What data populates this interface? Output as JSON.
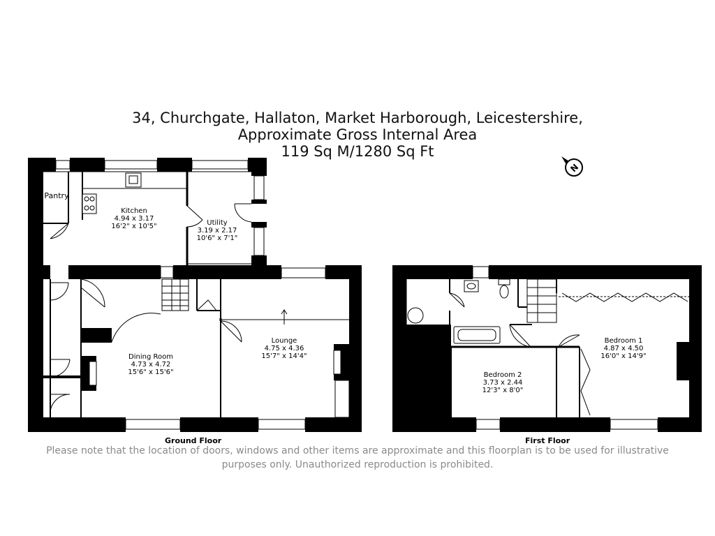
{
  "header": {
    "line1": "34, Churchgate, Hallaton, Market Harborough, Leicestershire,",
    "line2": "Approximate Gross Internal Area",
    "line3": "119 Sq M/1280 Sq Ft"
  },
  "compass": {
    "letter": "N"
  },
  "ground_floor": {
    "label": "Ground Floor",
    "rooms": [
      {
        "name": "Pantry",
        "metric": "",
        "imperial": ""
      },
      {
        "name": "Kitchen",
        "metric": "4.94 x 3.17",
        "imperial": "16'2\" x 10'5\""
      },
      {
        "name": "Utility",
        "metric": "3.19 x 2.17",
        "imperial": "10'6\" x 7'1\""
      },
      {
        "name": "Dining Room",
        "metric": "4.73 x 4.72",
        "imperial": "15'6\" x 15'6\""
      },
      {
        "name": "Lounge",
        "metric": "4.75 x 4.36",
        "imperial": "15'7\" x 14'4\""
      }
    ]
  },
  "first_floor": {
    "label": "First Floor",
    "rooms": [
      {
        "name": "Bedroom 2",
        "metric": "3.73 x 2.44",
        "imperial": "12'3\" x 8'0\""
      },
      {
        "name": "Bedroom 1",
        "metric": "4.87 x 4.50",
        "imperial": "16'0\" x 14'9\""
      }
    ]
  },
  "disclaimer": {
    "line1": "Please note that the location of doors, windows and other items are approximate and this floorplan is to be used for illustrative",
    "line2": "purposes only. Unauthorized reproduction is prohibited."
  },
  "colors": {
    "wall": "#000000",
    "text": "#111111",
    "disclaimer": "#8a8a8a"
  }
}
